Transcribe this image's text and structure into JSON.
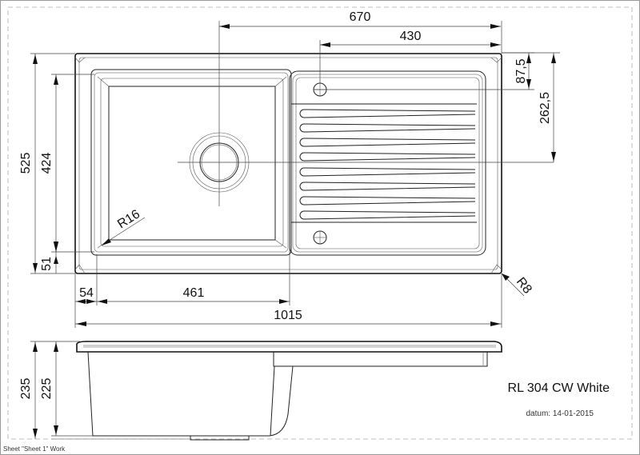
{
  "drawing": {
    "product_name": "RL 304 CW White",
    "date_label": "datum: 14-01-2015",
    "sheet_label": "Sheet \"Sheet 1\" Work"
  },
  "dimensions": {
    "top_overall_to_center": "670",
    "top_drainboard": "430",
    "right_tap_hole": "87,5",
    "right_drain_center": "262,5",
    "left_overall_depth": "525",
    "left_bowl_depth": "424",
    "left_bottom_margin": "51",
    "bottom_left_margin": "54",
    "bottom_bowl_width": "461",
    "bottom_overall_width": "1015",
    "radius_bowl": "R16",
    "radius_corner": "R8",
    "side_total_height": "235",
    "side_bowl_height": "225"
  },
  "colors": {
    "line": "#111111",
    "background": "#ffffff",
    "frame": "#aaaaaa"
  }
}
